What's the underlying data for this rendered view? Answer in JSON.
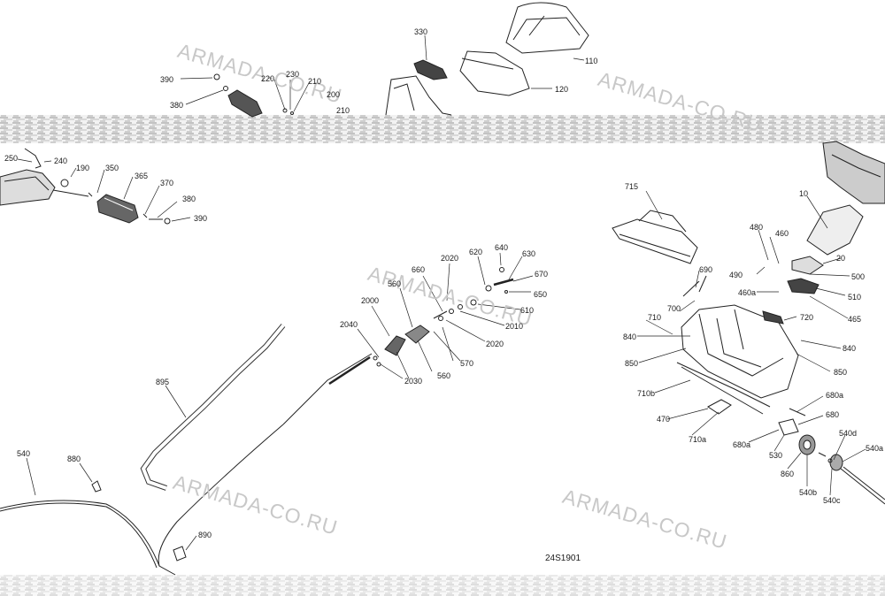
{
  "diagram_code": "24S1901",
  "watermark": "ARMADA-CO.RU",
  "callouts": [
    {
      "id": "c110",
      "text": "110"
    },
    {
      "id": "c120",
      "text": "120"
    },
    {
      "id": "c330",
      "text": "330"
    },
    {
      "id": "c390a",
      "text": "390"
    },
    {
      "id": "c380a",
      "text": "380"
    },
    {
      "id": "c220",
      "text": "220"
    },
    {
      "id": "c230",
      "text": "230"
    },
    {
      "id": "c210a",
      "text": "210"
    },
    {
      "id": "c200",
      "text": "200"
    },
    {
      "id": "c210b",
      "text": "210"
    },
    {
      "id": "c250",
      "text": "250"
    },
    {
      "id": "c240",
      "text": "240"
    },
    {
      "id": "c190",
      "text": "190"
    },
    {
      "id": "c350",
      "text": "350"
    },
    {
      "id": "c365",
      "text": "365"
    },
    {
      "id": "c370",
      "text": "370"
    },
    {
      "id": "c380b",
      "text": "380"
    },
    {
      "id": "c390b",
      "text": "390"
    },
    {
      "id": "c715",
      "text": "715"
    },
    {
      "id": "c10",
      "text": "10"
    },
    {
      "id": "c480",
      "text": "480"
    },
    {
      "id": "c460",
      "text": "460"
    },
    {
      "id": "c20",
      "text": "20"
    },
    {
      "id": "c490",
      "text": "490"
    },
    {
      "id": "c500",
      "text": "500"
    },
    {
      "id": "c460a",
      "text": "460a"
    },
    {
      "id": "c510",
      "text": "510"
    },
    {
      "id": "c465",
      "text": "465"
    },
    {
      "id": "c690",
      "text": "690"
    },
    {
      "id": "c700",
      "text": "700"
    },
    {
      "id": "c720",
      "text": "720"
    },
    {
      "id": "c710",
      "text": "710"
    },
    {
      "id": "c840a",
      "text": "840"
    },
    {
      "id": "c840b",
      "text": "840"
    },
    {
      "id": "c850a",
      "text": "850"
    },
    {
      "id": "c850b",
      "text": "850"
    },
    {
      "id": "c710b",
      "text": "710b"
    },
    {
      "id": "c470",
      "text": "470"
    },
    {
      "id": "c710a",
      "text": "710a"
    },
    {
      "id": "c680a",
      "text": "680a"
    },
    {
      "id": "c680",
      "text": "680"
    },
    {
      "id": "c680a2",
      "text": "680a"
    },
    {
      "id": "c530",
      "text": "530"
    },
    {
      "id": "c860",
      "text": "860"
    },
    {
      "id": "c540d",
      "text": "540d"
    },
    {
      "id": "c540a",
      "text": "540a"
    },
    {
      "id": "c540b",
      "text": "540b"
    },
    {
      "id": "c540c",
      "text": "540c"
    },
    {
      "id": "c2020a",
      "text": "2020"
    },
    {
      "id": "c620",
      "text": "620"
    },
    {
      "id": "c640",
      "text": "640"
    },
    {
      "id": "c630",
      "text": "630"
    },
    {
      "id": "c660",
      "text": "660"
    },
    {
      "id": "c670a",
      "text": "670"
    },
    {
      "id": "c650",
      "text": "650"
    },
    {
      "id": "c560a",
      "text": "560"
    },
    {
      "id": "c610",
      "text": "610"
    },
    {
      "id": "c2000",
      "text": "2000"
    },
    {
      "id": "c2010",
      "text": "2010"
    },
    {
      "id": "c2040",
      "text": "2040"
    },
    {
      "id": "c2020b",
      "text": "2020"
    },
    {
      "id": "c570",
      "text": "570"
    },
    {
      "id": "c560b",
      "text": "560"
    },
    {
      "id": "c2030",
      "text": "2030"
    },
    {
      "id": "c895",
      "text": "895"
    },
    {
      "id": "c540",
      "text": "540"
    },
    {
      "id": "c880",
      "text": "880"
    },
    {
      "id": "c890",
      "text": "890"
    }
  ]
}
